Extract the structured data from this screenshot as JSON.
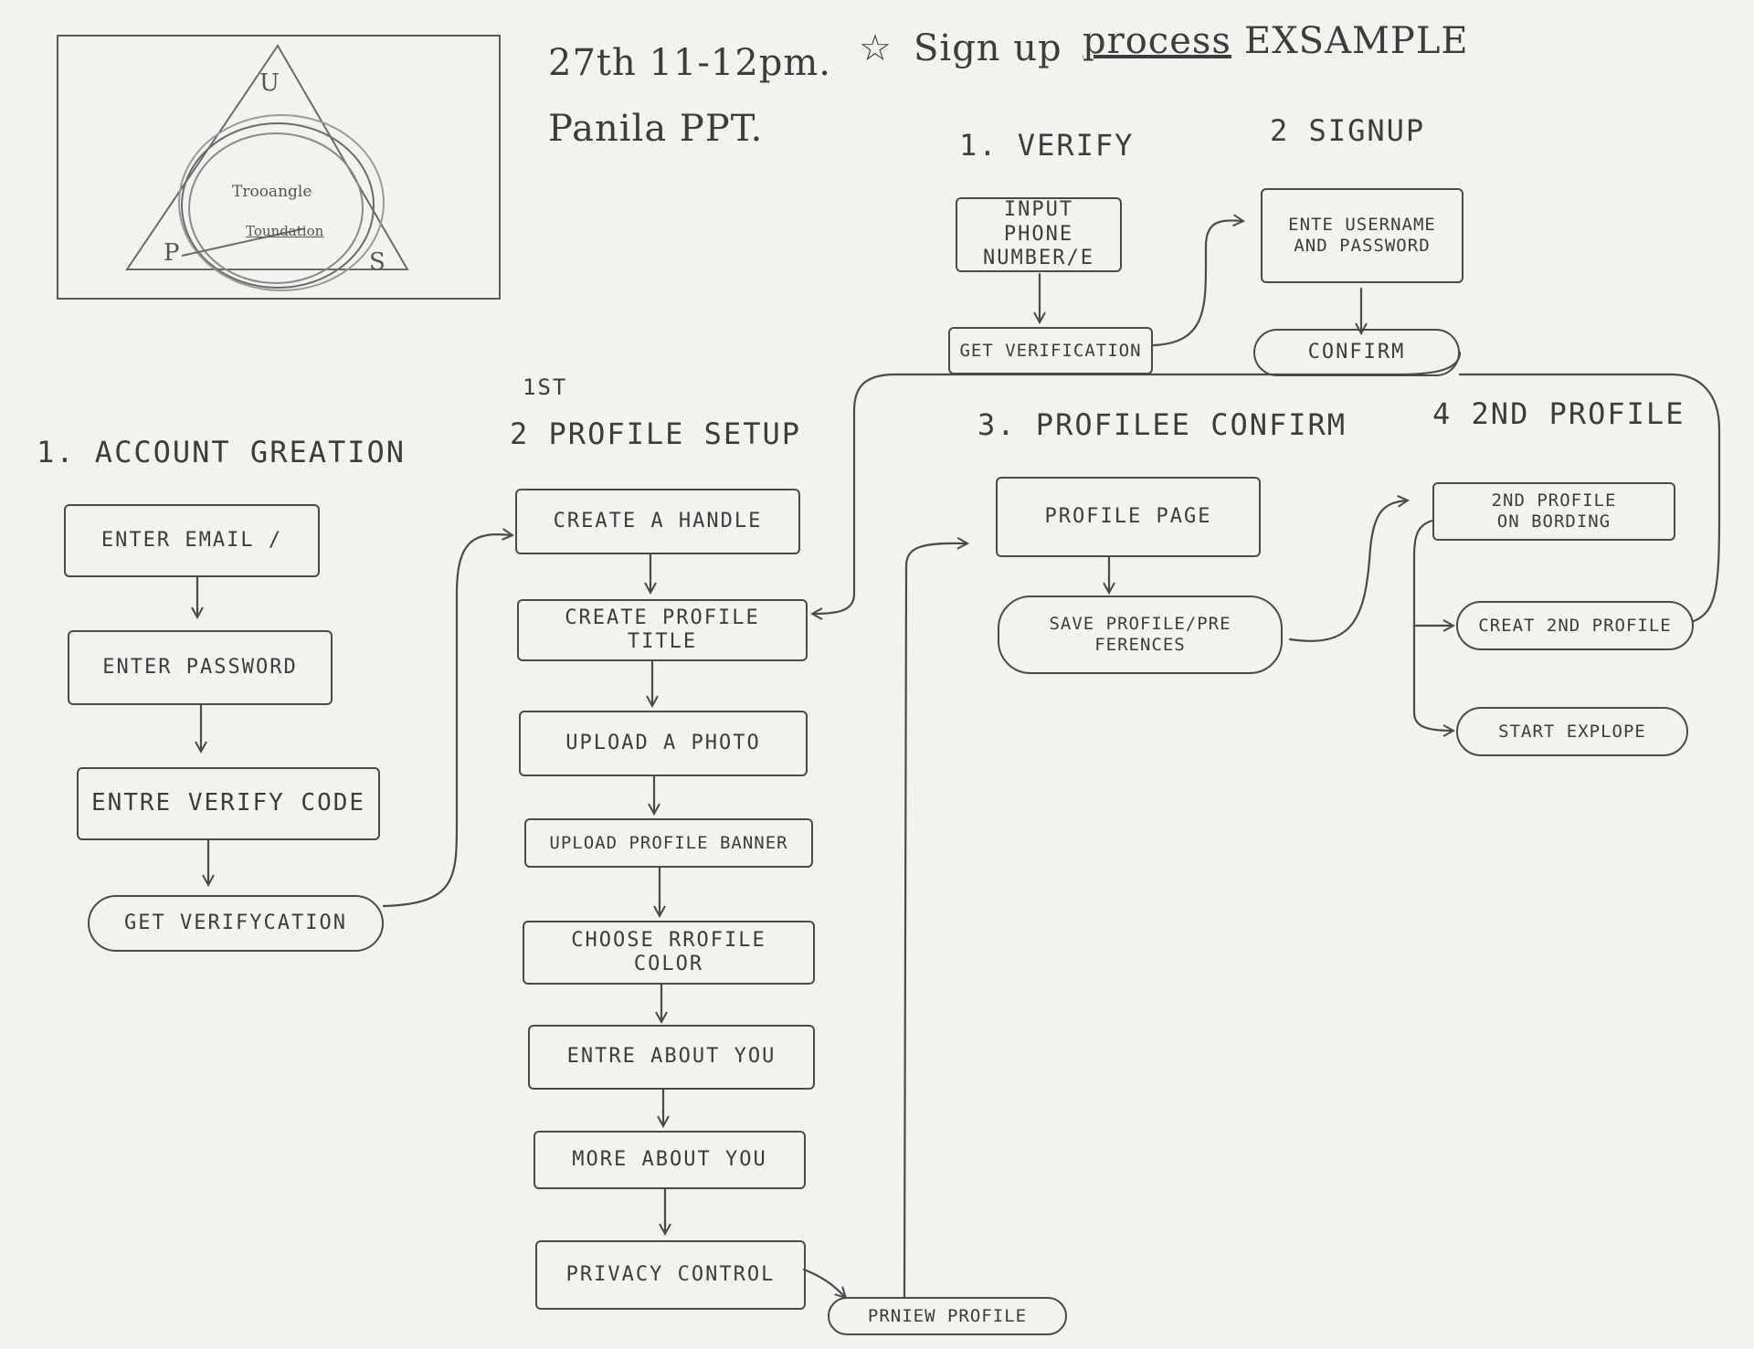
{
  "header": {
    "date": "27th 11-12pm.",
    "author": "Panila PPT.",
    "title_star": "☆",
    "title_a": "Sign up",
    "title_b": "process",
    "title_c": "EXSAMPLE"
  },
  "sketch": {
    "top_vertex": "U",
    "left_vertex": "P",
    "right_vertex": "S",
    "center_line1": "Trooangle",
    "center_line2": "Toundation"
  },
  "sections": {
    "verify": "1. VERIFY",
    "signup": "2 SIGNUP",
    "account_creation": "1. ACCOUNT GREATION",
    "profile_setup_sup": "1ST",
    "profile_setup": "2 PROFILE SETUP",
    "profile_confirm": "3. PROFILEE CONFIRM",
    "second_profile": "4 2ND PROFILE"
  },
  "nodes": {
    "input_phone_1": "INPUT PHONE",
    "input_phone_2": "NUMBER/E",
    "get_verification_top": "GET VERIFICATION",
    "enter_username_1": "ENTE USERNAME",
    "enter_username_2": "AND PASSWORD",
    "confirm": "CONFIRM",
    "enter_email": "ENTER EMAIL /",
    "enter_password": "ENTER PASSWORD",
    "enter_verify_code": "ENTRE VERIFY CODE",
    "get_verifycation": "GET VERIFYCATION",
    "create_handle": "CREATE A HANDLE",
    "create_profile_title": "CREATE PROFILE TITLE",
    "upload_photo": "UPLOAD A PHOTO",
    "upload_banner": "UPLOAD PROFILE BANNER",
    "choose_color": "ChoosE RROFILE COLOR",
    "enter_about": "ENTRE ABOUT YOU",
    "more_about": "MORE ABOUT YOU",
    "privacy_control": "PRIVACY CONTROL",
    "preview_profile": "PRNIEW PROFILE",
    "profile_page": "PROFILE PAGE",
    "save_profile_1": "SAVE PROFILE/PRE",
    "save_profile_2": "FERENCES",
    "onboarding_1": "2ND PROFILE",
    "onboarding_2": "ON BORDING",
    "create_2nd": "CREAT 2ND PROFILE",
    "start_explore": "START EXPLOPE"
  },
  "colors": {
    "ink": "#4a4a4a",
    "paper": "#f3f2ef"
  }
}
